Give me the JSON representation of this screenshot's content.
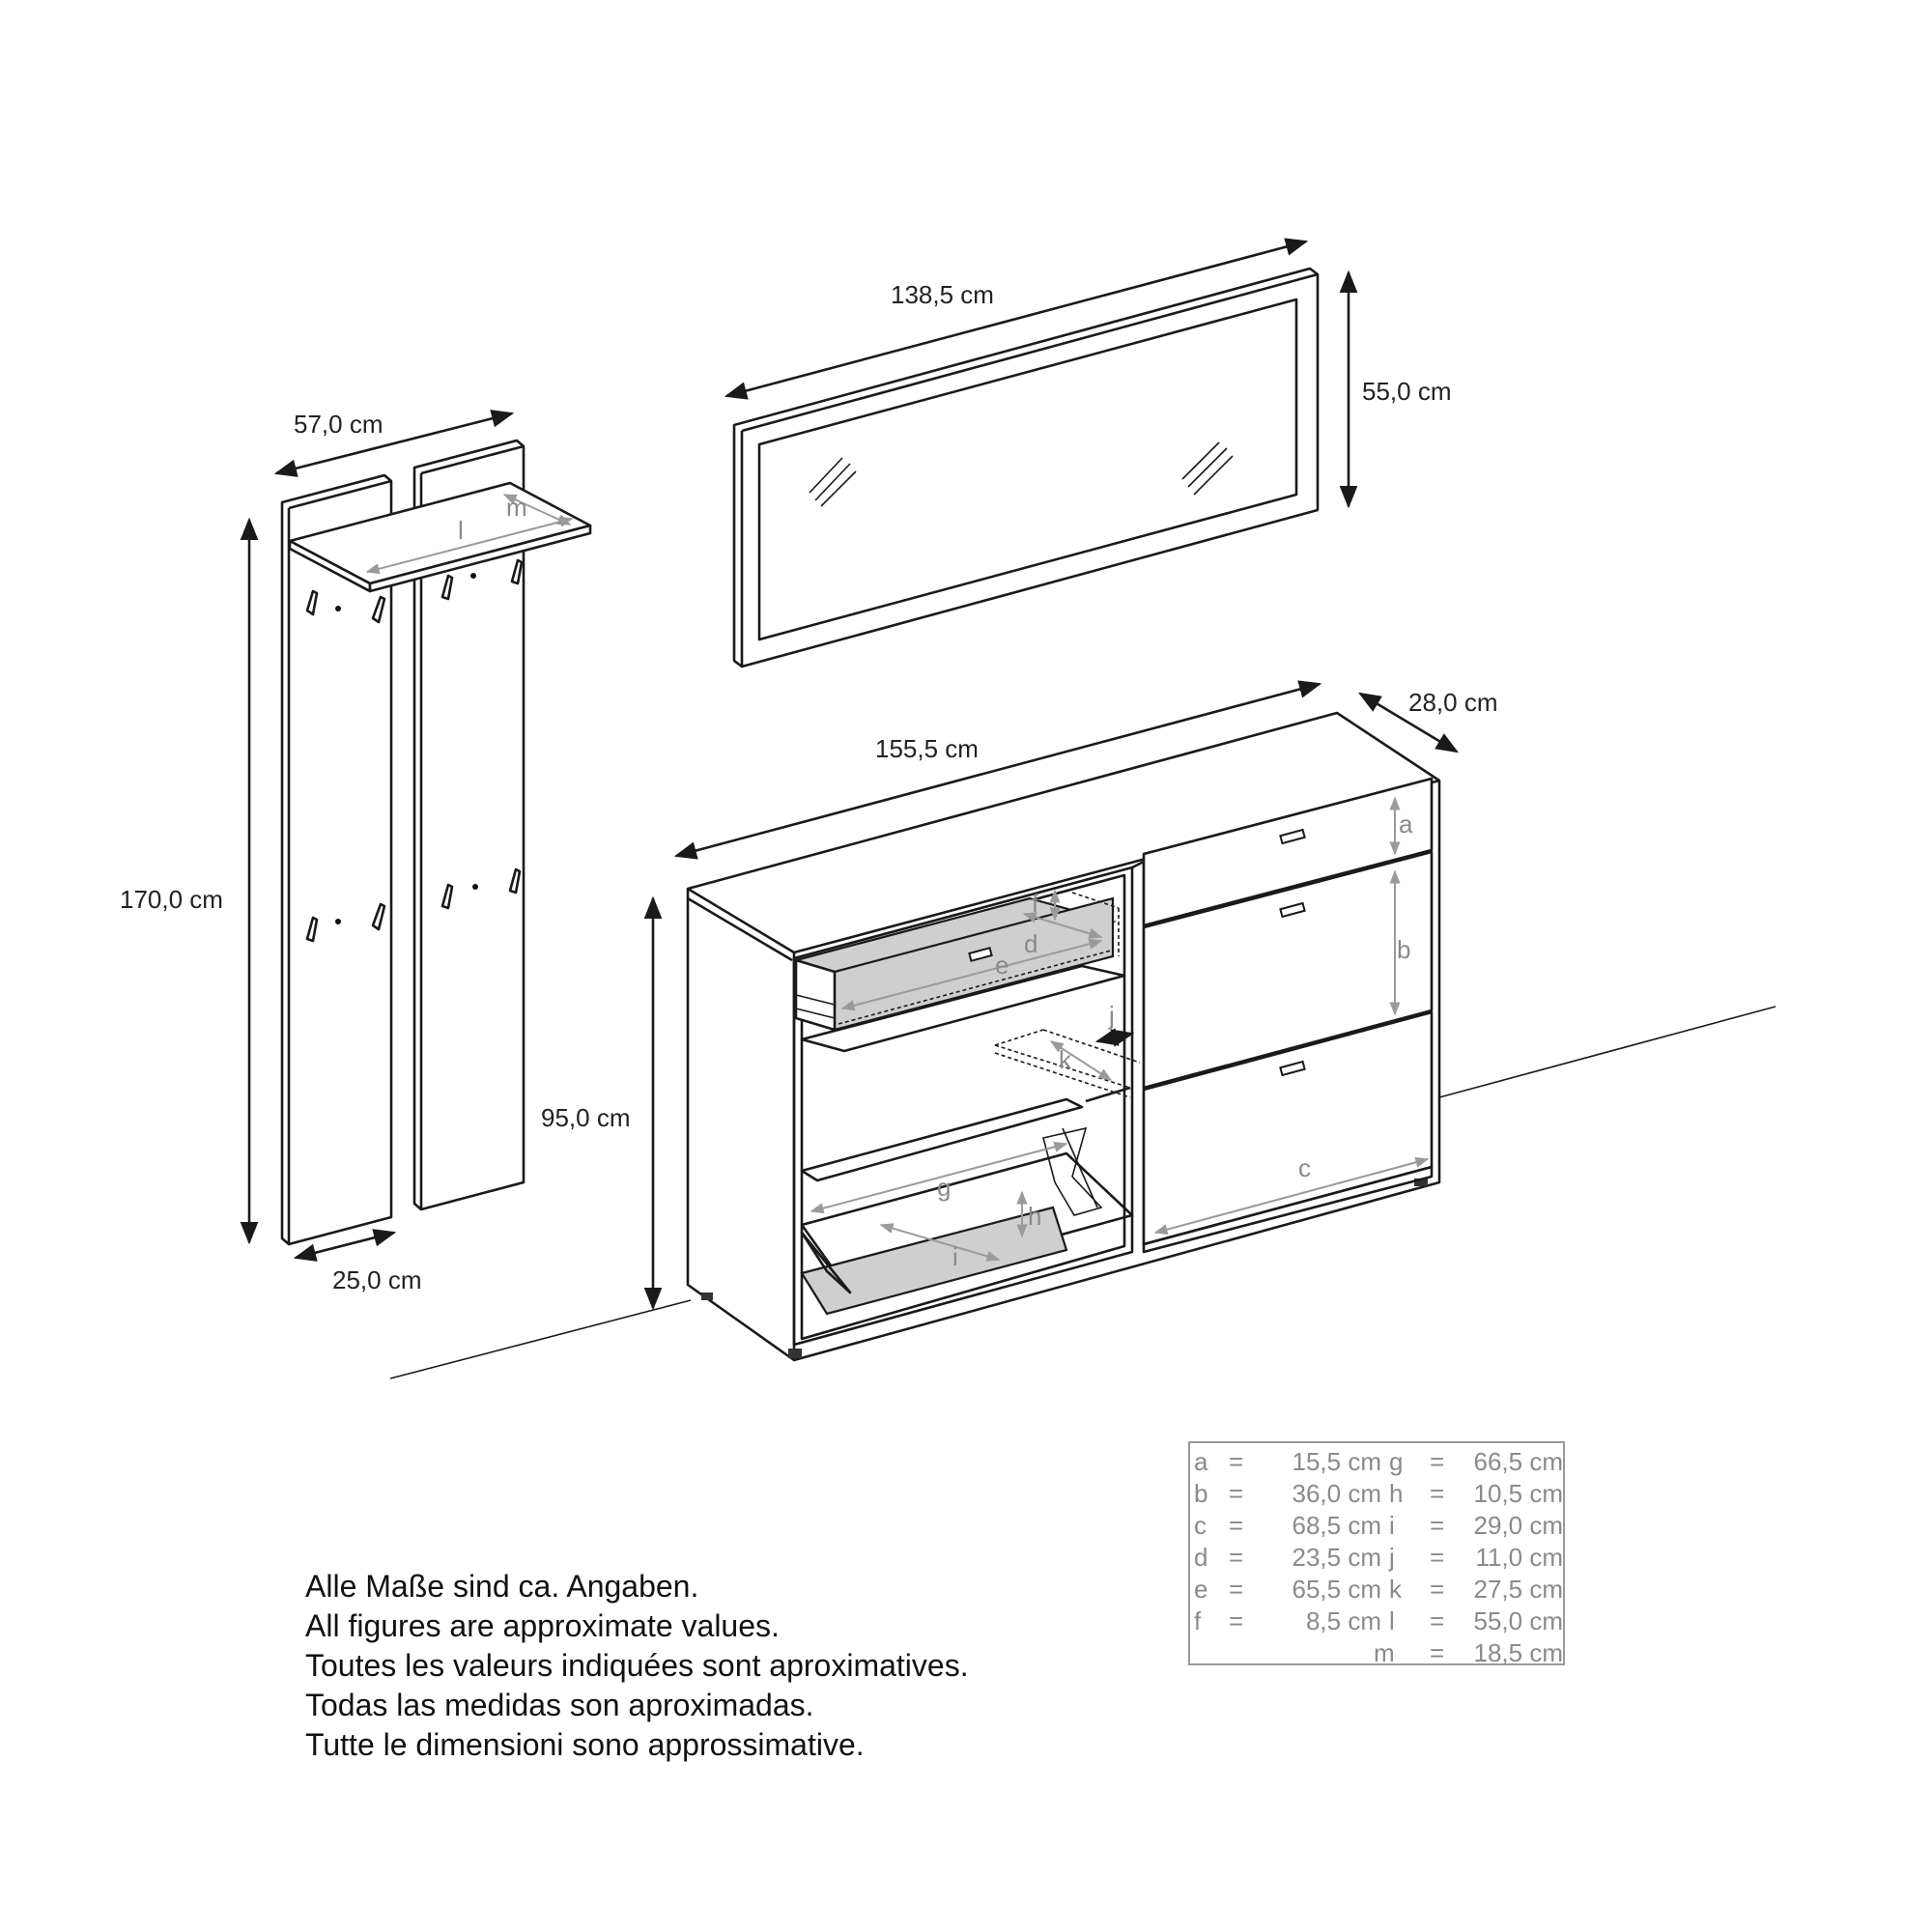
{
  "dimensions": {
    "coat_rack_width": "57,0 cm",
    "coat_rack_height": "170,0 cm",
    "coat_rack_panel_width": "25,0 cm",
    "mirror_width": "138,5 cm",
    "mirror_height": "55,0 cm",
    "sideboard_width": "155,5 cm",
    "sideboard_depth": "28,0 cm",
    "sideboard_height": "95,0 cm"
  },
  "letters": {
    "a": "a",
    "b": "b",
    "c": "c",
    "d": "d",
    "e": "e",
    "f": "f",
    "g": "g",
    "h": "h",
    "i": "i",
    "j": "j",
    "k": "k",
    "l": "l",
    "m": "m"
  },
  "legend": {
    "left": [
      {
        "key": "a",
        "eq": "=",
        "val": "15,5 cm"
      },
      {
        "key": "b",
        "eq": "=",
        "val": "36,0 cm"
      },
      {
        "key": "c",
        "eq": "=",
        "val": "68,5 cm"
      },
      {
        "key": "d",
        "eq": "=",
        "val": "23,5 cm"
      },
      {
        "key": "e",
        "eq": "=",
        "val": "65,5 cm"
      },
      {
        "key": "f",
        "eq": "=",
        "val": "8,5 cm"
      }
    ],
    "right": [
      {
        "key": "g",
        "eq": "=",
        "val": "66,5 cm"
      },
      {
        "key": "h",
        "eq": "=",
        "val": "10,5 cm"
      },
      {
        "key": "i",
        "eq": "=",
        "val": "29,0 cm"
      },
      {
        "key": "j",
        "eq": "=",
        "val": "11,0 cm"
      },
      {
        "key": "k",
        "eq": "=",
        "val": "27,5 cm"
      },
      {
        "key": "l",
        "eq": "=",
        "val": "55,0 cm"
      },
      {
        "key": "m",
        "eq": "=",
        "val": "18,5 cm"
      }
    ]
  },
  "notes": [
    "Alle Maße sind ca. Angaben.",
    "All figures are approximate values.",
    "Toutes les valeurs indiquées sont aproximatives.",
    "Todas las medidas son aproximadas.",
    "Tutte le dimensioni sono approssimative."
  ]
}
